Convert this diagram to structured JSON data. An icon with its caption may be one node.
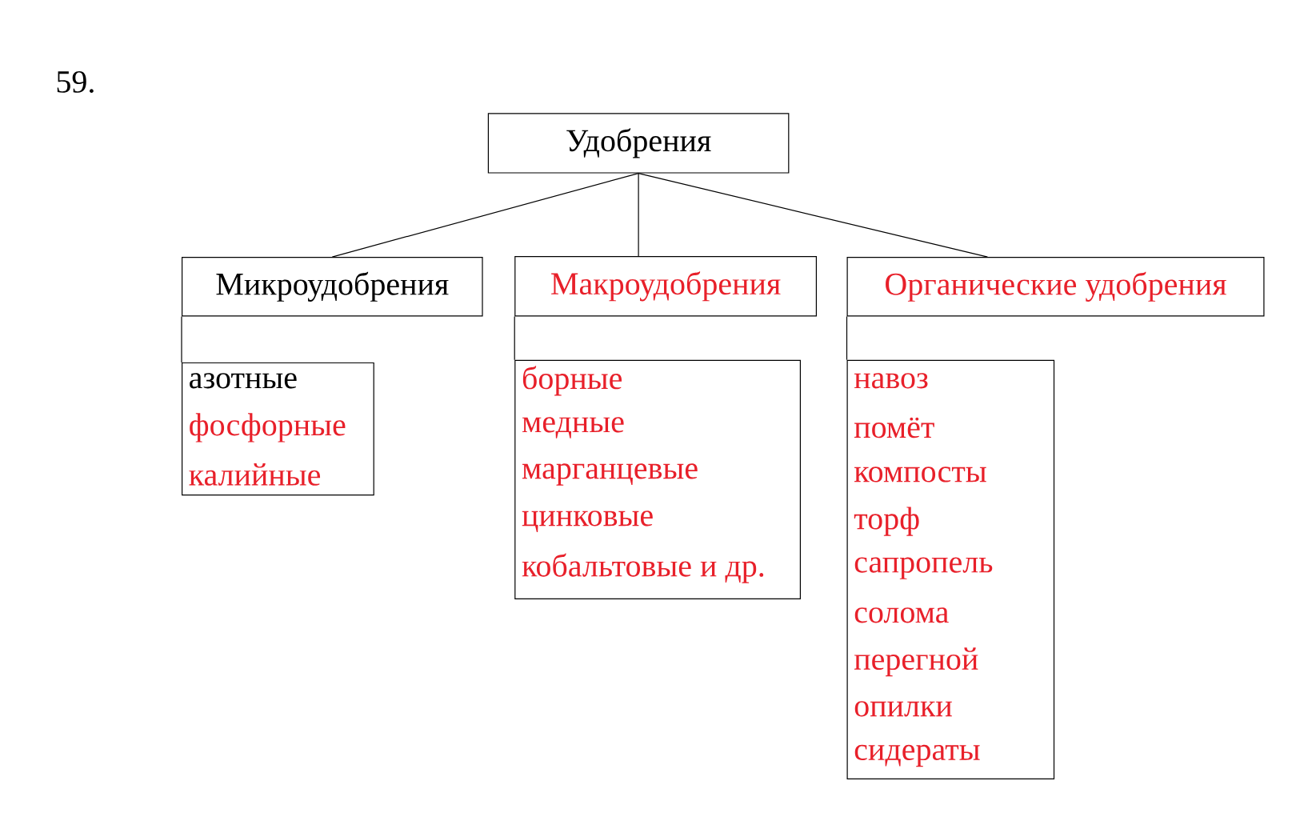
{
  "diagram": {
    "nodes": [
      {
        "text": [
          "Удобрения"
        ]
      },
      {
        "text": [
          "Микроудобрения"
        ]
      },
      {
        "text": [
          "Макроудобрения"
        ]
      },
      {
        "text": [
          "Органические удобрения"
        ]
      },
      {
        "text": [
          "азотные",
          "фосфорные",
          "калийные"
        ]
      },
      {
        "text": [
          "борные",
          "медные",
          "марганцевые",
          "цинковые",
          "кобальтовые и др."
        ]
      },
      {
        "text": [
          "навоз",
          "помёт",
          "компосты",
          "торф",
          "сапропель",
          "солома",
          "перегной",
          "опилки",
          "сидераты"
        ]
      }
    ],
    "edges": [
      {
        "from": 0,
        "to": 1,
        "arrow": "none"
      },
      {
        "from": 0,
        "to": 2,
        "arrow": "none"
      },
      {
        "from": 0,
        "to": 3,
        "arrow": "none"
      },
      {
        "from": 1,
        "to": 4,
        "arrow": "none"
      },
      {
        "from": 2,
        "to": 5,
        "arrow": "none"
      },
      {
        "from": 3,
        "to": 6,
        "arrow": "none"
      }
    ],
    "labels": [
      "59."
    ]
  }
}
